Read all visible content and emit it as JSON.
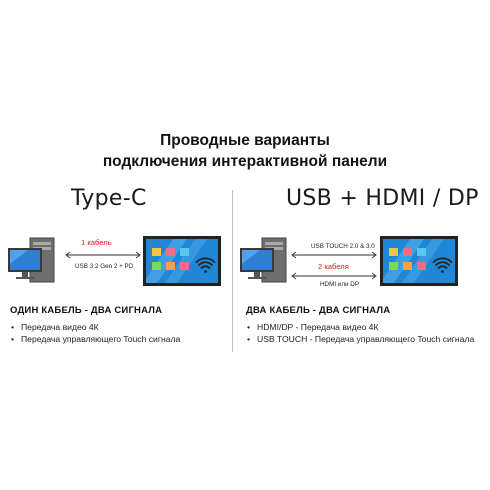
{
  "title": {
    "line1": "Проводные варианты",
    "line2": "подключения интерактивной панели"
  },
  "left": {
    "heading": "Type-C",
    "cable_count": "1 кабель",
    "cable_spec": "USB 3.2 Gen 2 + PD",
    "subheading": "ОДИН КАБЕЛЬ - ДВА СИГНАЛА",
    "bullets": [
      "Передача видео 4К",
      "Передача управляющего Touch сигнала"
    ]
  },
  "right": {
    "heading": "USB + HDMI / DP",
    "cable_top": "USB TOUCH 2.0 & 3.0",
    "cable_count": "2 кабеля",
    "cable_bottom": "HDMI или DP",
    "subheading": "ДВА КАБЕЛЬ - ДВА СИГНАЛА",
    "bullets": [
      "HDMI/DP - Передача видео 4К",
      "USB TOUCH - Передача управляющего Touch сигнала"
    ]
  },
  "icons": [
    "desktop-computer-icon",
    "interactive-panel-icon",
    "wifi-icon",
    "arrow-icon"
  ],
  "colors": {
    "accent_red": "#e01b1b",
    "panel_blue": "#1f87d6",
    "panel_frame": "#222222",
    "tile_yellow": "#f5c542",
    "tile_pink": "#f06a8a",
    "tile_green": "#7ed957",
    "tile_orange": "#ff9f43",
    "tile_cyan": "#55c7f0"
  }
}
